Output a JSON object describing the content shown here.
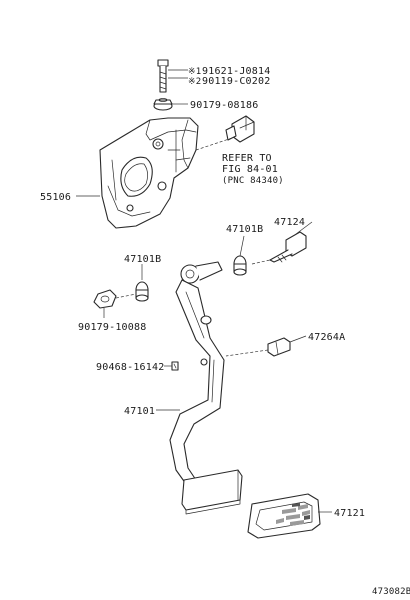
{
  "diagram_id": "473082B",
  "labels": {
    "bolt_alt1_mark": "※1",
    "bolt_alt1": "91621-J0814",
    "bolt_alt2_mark": "※2",
    "bolt_alt2": "90119-C0202",
    "nut_top": "90179-08186",
    "refer_line1": "REFER TO",
    "refer_line2": "FIG 84-01",
    "refer_line3": "(PNC 84340)",
    "bracket": "55106",
    "bushing_right": "47101B",
    "bolt_pivot": "47124",
    "bushing_left": "47101B",
    "nut_left": "90179-10088",
    "stopper": "47264A",
    "pin": "90468-16142",
    "pedal_lever": "47101",
    "pedal_pad": "47121"
  },
  "colors": {
    "ink": "#2a2a2a",
    "text": "#1a1a1a",
    "background": "#ffffff"
  }
}
